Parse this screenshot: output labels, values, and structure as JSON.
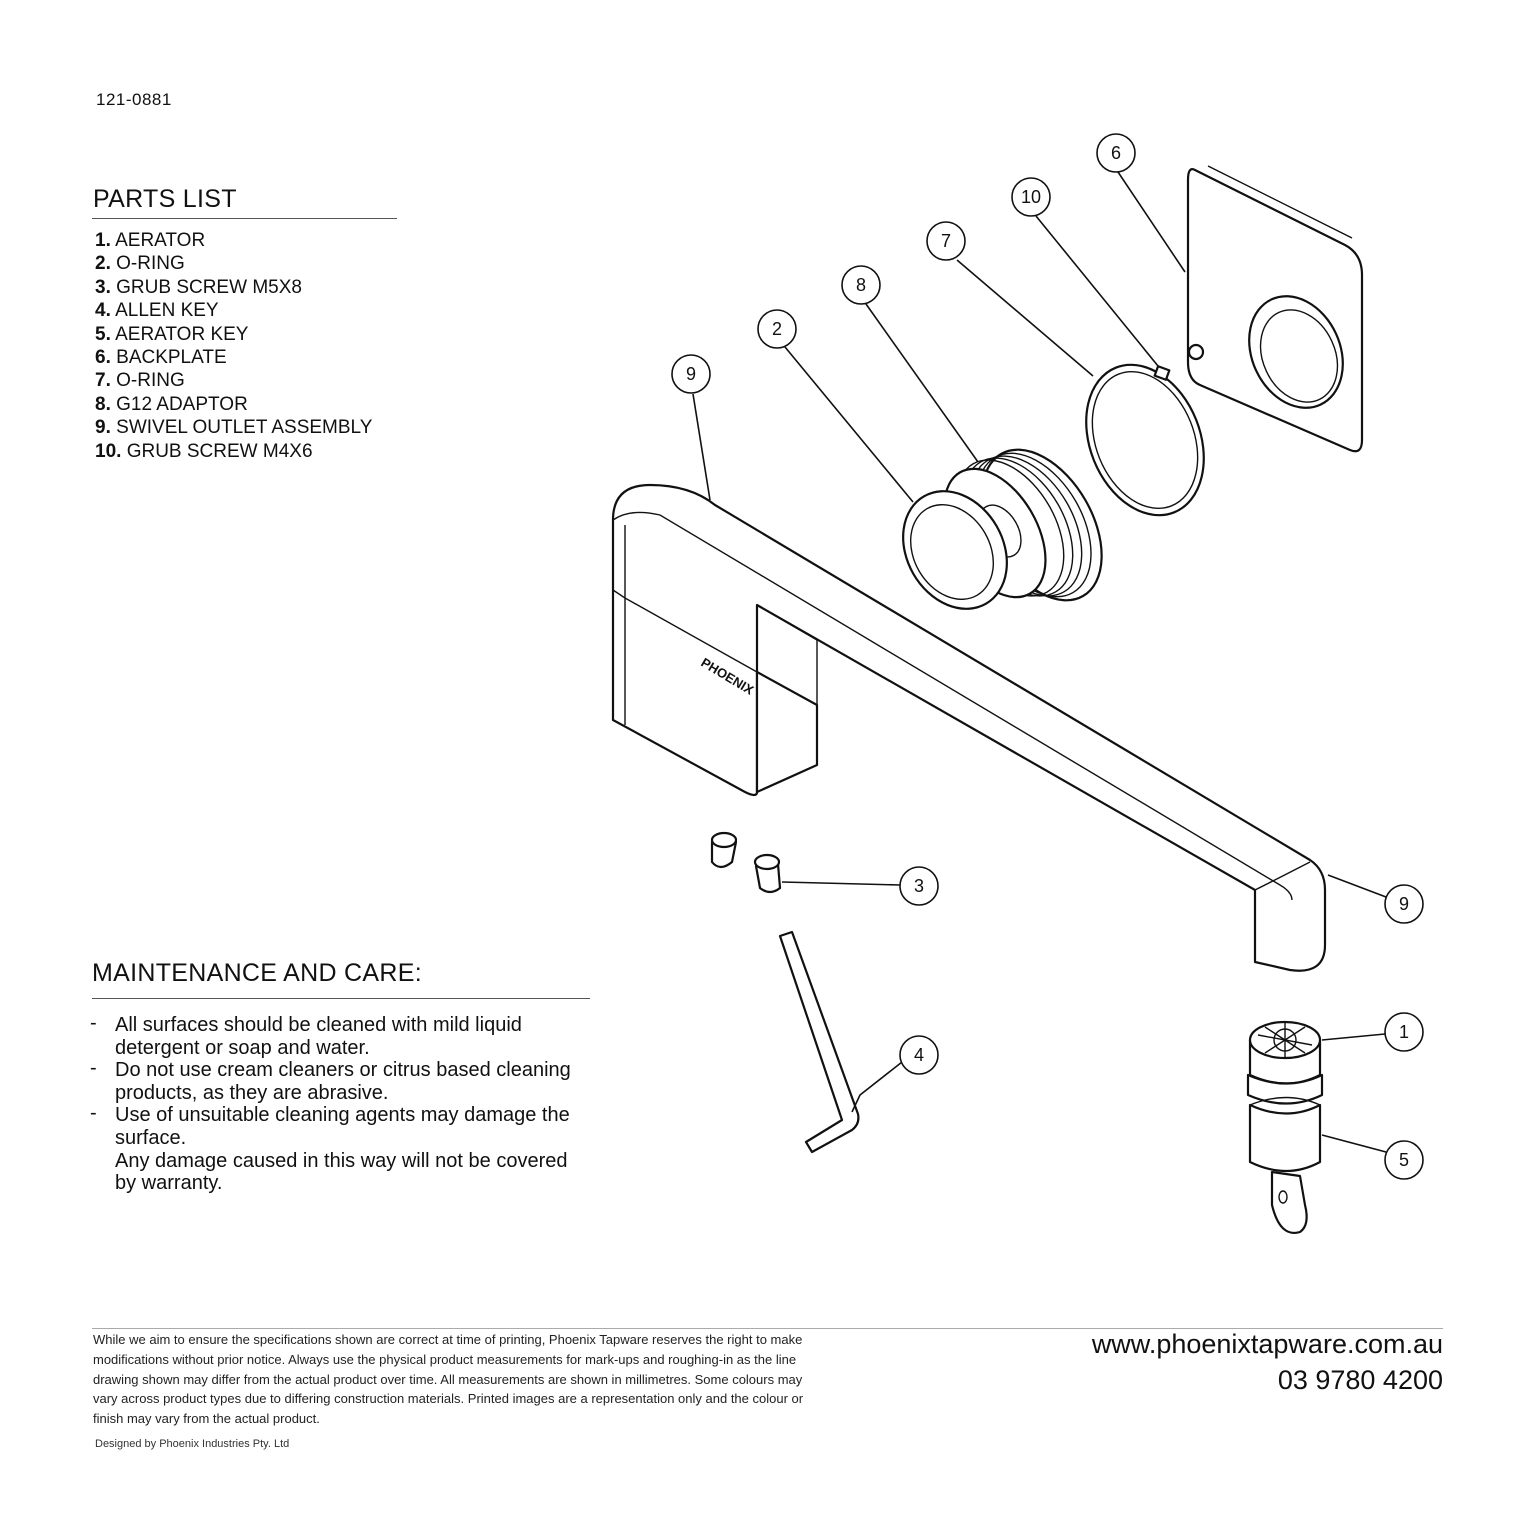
{
  "product_code": "121-0881",
  "parts_list": {
    "title": "PARTS LIST",
    "items": [
      {
        "num": "1.",
        "name": "AERATOR"
      },
      {
        "num": "2.",
        "name": "O-RING"
      },
      {
        "num": "3.",
        "name": "GRUB SCREW M5X8"
      },
      {
        "num": "4.",
        "name": "ALLEN KEY"
      },
      {
        "num": "5.",
        "name": "AERATOR KEY"
      },
      {
        "num": "6.",
        "name": "BACKPLATE"
      },
      {
        "num": "7.",
        "name": "O-RING"
      },
      {
        "num": "8.",
        "name": "G12 ADAPTOR"
      },
      {
        "num": "9.",
        "name": "SWIVEL OUTLET ASSEMBLY"
      },
      {
        "num": "10.",
        "name": "GRUB SCREW M4X6"
      }
    ]
  },
  "maintenance": {
    "title": "MAINTENANCE AND CARE:",
    "bullet": "-",
    "items": [
      "All surfaces should be cleaned with mild liquid detergent or soap and water.",
      "Do not use cream cleaners or citrus based cleaning products, as they are abrasive.",
      "Use of unsuitable cleaning agents may damage the surface."
    ],
    "note": "Any damage caused in this way will not be covered by warranty."
  },
  "diagram": {
    "brand_mark": "PHOENIX",
    "callouts": [
      "1",
      "2",
      "3",
      "4",
      "5",
      "6",
      "7",
      "8",
      "9",
      "9",
      "10"
    ]
  },
  "footer": {
    "disclaimer": "While we aim to ensure the specifications shown are correct at time of printing, Phoenix Tapware reserves the right to make modifications without prior notice. Always use the physical product measurements for mark-ups and roughing-in as the line drawing shown may differ from the actual product over time. All measurements are shown in millimetres.  Some colours may vary across product types due to differing construction materials. Printed images are a representation only and the colour or finish may vary from the actual product.",
    "designed_by": "Designed by Phoenix Industries Pty. Ltd",
    "website": "www.phoenixtapware.com.au",
    "phone": "03 9780 4200"
  }
}
